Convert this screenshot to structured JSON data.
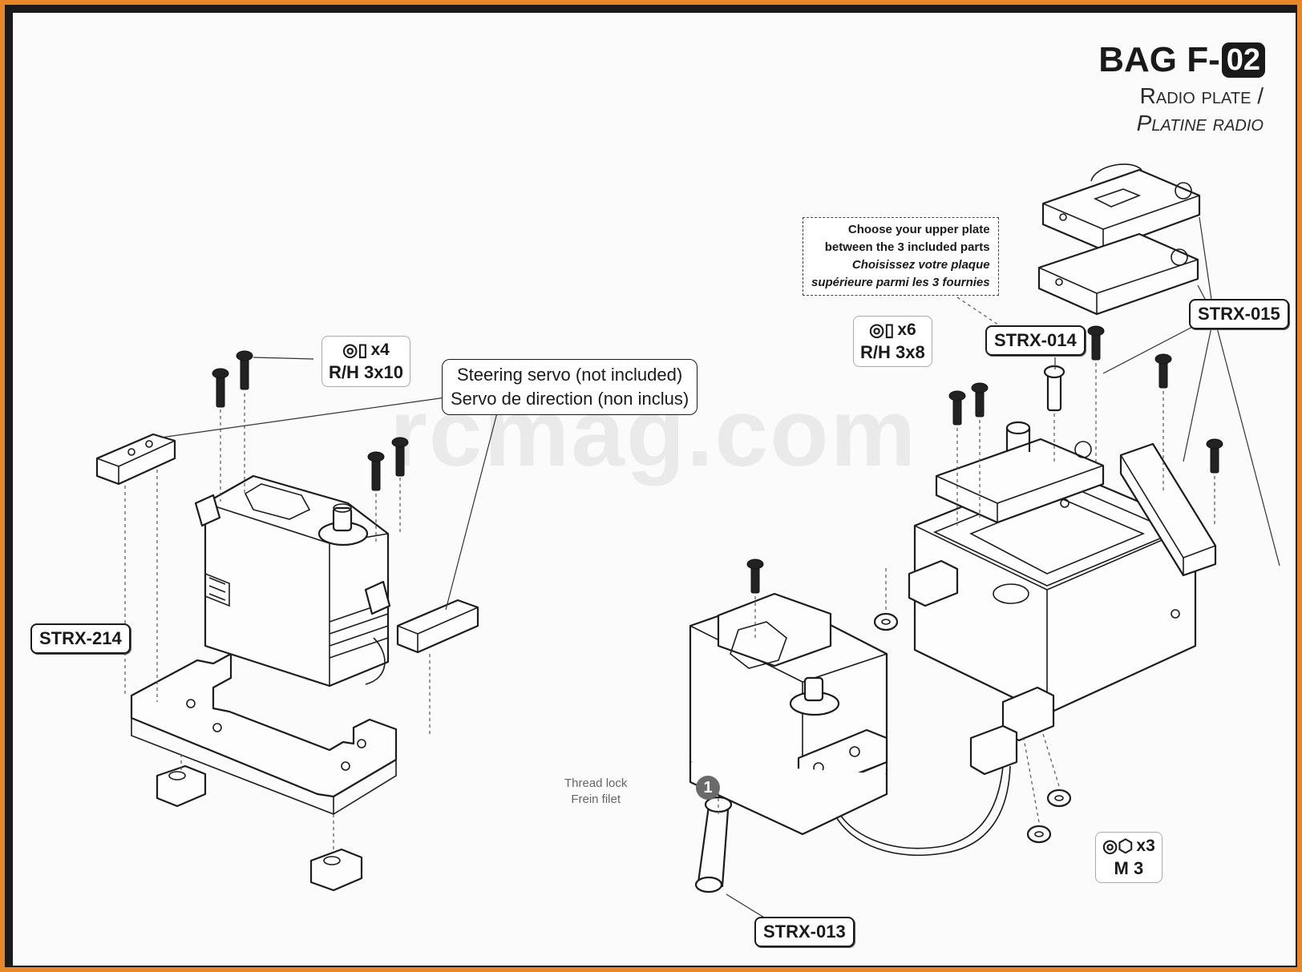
{
  "header": {
    "bag_prefix": "BAG F-",
    "bag_number": "02",
    "subtitle_en": "Radio plate /",
    "subtitle_fr": "Platine radio"
  },
  "watermark": {
    "text": "rcmag.com"
  },
  "callouts": {
    "steering_servo_en": "Steering servo (not included)",
    "steering_servo_fr": "Servo de direction (non inclus)",
    "upper_plate_note": [
      "Choose your upper plate",
      "between the 3 included parts",
      "Choisissez votre plaque",
      "supérieure parmi les 3 fournies"
    ],
    "thread_lock_en": "Thread lock",
    "thread_lock_fr": "Frein filet",
    "thread_lock_step": "1"
  },
  "part_tags": {
    "strx_214": "STRX-214",
    "strx_014": "STRX-014",
    "strx_015": "STRX-015",
    "strx_013": "STRX-013"
  },
  "hardware": {
    "rh_3x10": {
      "qty": "x4",
      "spec": "R/H 3x10"
    },
    "rh_3x8": {
      "qty": "x6",
      "spec": "R/H 3x8"
    },
    "m3": {
      "qty": "x3",
      "spec": "M 3"
    }
  }
}
